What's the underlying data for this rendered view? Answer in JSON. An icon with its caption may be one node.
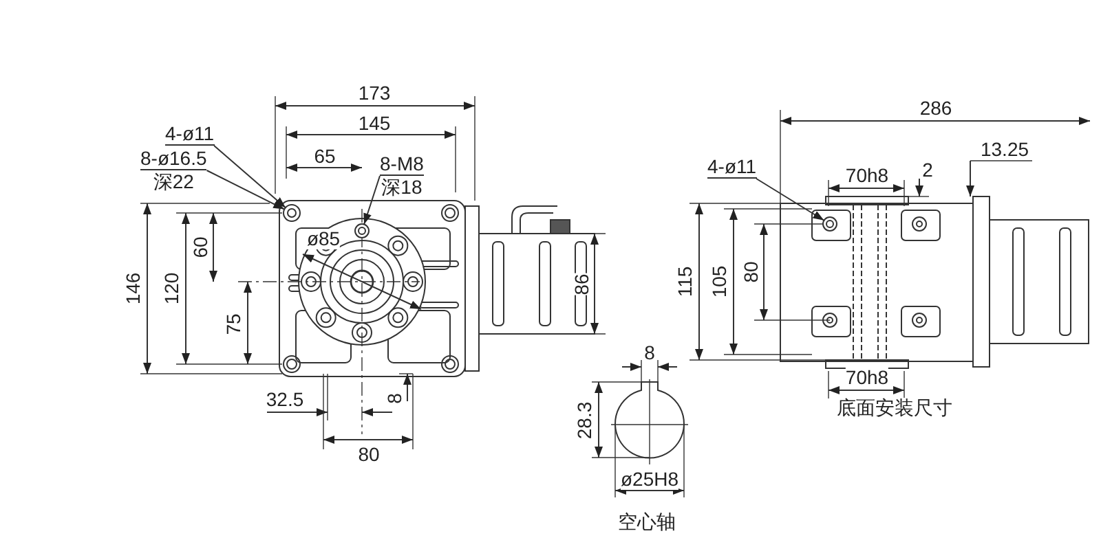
{
  "diagram": {
    "nodes": [
      {
        "text": [
          "4-ø11"
        ]
      },
      {
        "text": [
          "8-ø16.5",
          "深22"
        ]
      },
      {
        "text": [
          "8-M8",
          "深18"
        ]
      },
      {
        "text": [
          "4-ø11"
        ]
      },
      {
        "text": [],
        "shape": "circle"
      },
      {
        "text": [],
        "shape": "circle"
      },
      {
        "text": [],
        "shape": "circle"
      }
    ],
    "edges": [
      {
        "from": 0,
        "to": 4,
        "arrow": "to"
      },
      {
        "from": 1,
        "to": 4,
        "arrow": "to"
      },
      {
        "from": 2,
        "to": 5,
        "arrow": "to"
      },
      {
        "from": 3,
        "to": 6,
        "arrow": "to"
      }
    ],
    "labels": [
      "173",
      "145",
      "65",
      "286",
      "13.25",
      "70h8",
      "2",
      "146",
      "120",
      "60",
      "ø85",
      "75",
      "86",
      "115",
      "105",
      "80",
      "70h8",
      "8",
      "32.5",
      "8",
      "28.3",
      "80",
      "底面安装尺寸",
      "ø25H8",
      "空心轴"
    ]
  }
}
